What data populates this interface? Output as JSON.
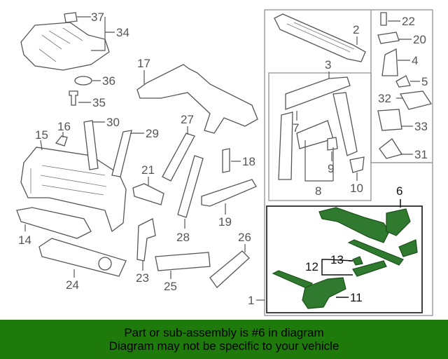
{
  "diagram": {
    "callouts": [
      {
        "id": "c1",
        "label": "1"
      },
      {
        "id": "c2",
        "label": "2"
      },
      {
        "id": "c3",
        "label": "3"
      },
      {
        "id": "c4",
        "label": "4"
      },
      {
        "id": "c5",
        "label": "5"
      },
      {
        "id": "c6",
        "label": "6"
      },
      {
        "id": "c7",
        "label": "7"
      },
      {
        "id": "c8",
        "label": "8"
      },
      {
        "id": "c9",
        "label": "9"
      },
      {
        "id": "c10",
        "label": "10"
      },
      {
        "id": "c11",
        "label": "11"
      },
      {
        "id": "c12",
        "label": "12"
      },
      {
        "id": "c13",
        "label": "13"
      },
      {
        "id": "c14",
        "label": "14"
      },
      {
        "id": "c15",
        "label": "15"
      },
      {
        "id": "c16",
        "label": "16"
      },
      {
        "id": "c17",
        "label": "17"
      },
      {
        "id": "c18",
        "label": "18"
      },
      {
        "id": "c19",
        "label": "19"
      },
      {
        "id": "c20",
        "label": "20"
      },
      {
        "id": "c21",
        "label": "21"
      },
      {
        "id": "c22",
        "label": "22"
      },
      {
        "id": "c23",
        "label": "23"
      },
      {
        "id": "c24",
        "label": "24"
      },
      {
        "id": "c25",
        "label": "25"
      },
      {
        "id": "c26",
        "label": "26"
      },
      {
        "id": "c27",
        "label": "27"
      },
      {
        "id": "c28",
        "label": "28"
      },
      {
        "id": "c29",
        "label": "29"
      },
      {
        "id": "c30",
        "label": "30"
      },
      {
        "id": "c31",
        "label": "31"
      },
      {
        "id": "c32",
        "label": "32"
      },
      {
        "id": "c33",
        "label": "33"
      },
      {
        "id": "c34",
        "label": "34"
      },
      {
        "id": "c35",
        "label": "35"
      },
      {
        "id": "c36",
        "label": "36"
      },
      {
        "id": "c37",
        "label": "37"
      }
    ],
    "highlight_color": "#2f7a2f"
  },
  "banner": {
    "line1": "Part or sub-assembly is #6 in diagram",
    "line2": "Diagram may not be specific to your vehicle",
    "background": "#1f7a0c"
  }
}
